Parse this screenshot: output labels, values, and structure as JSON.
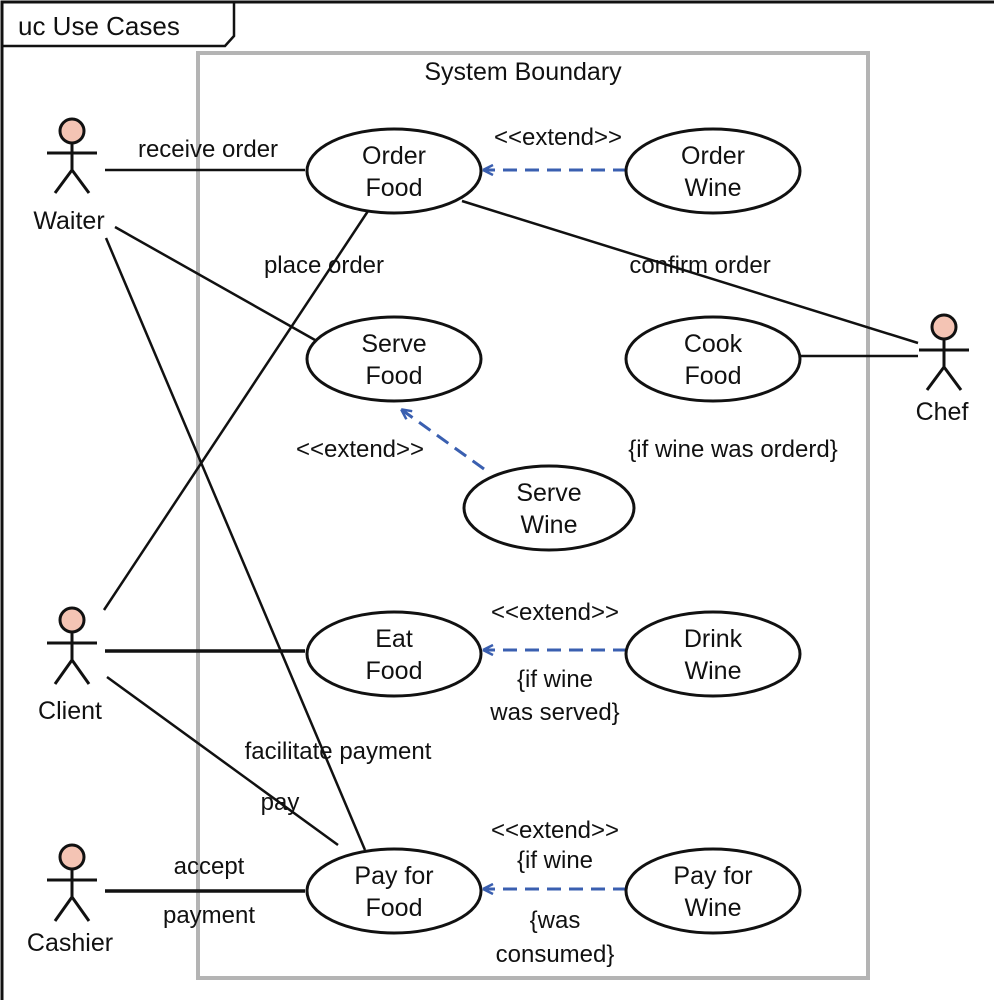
{
  "frame": {
    "title": "uc Use Cases"
  },
  "system": {
    "label": "System Boundary"
  },
  "actors": {
    "waiter": {
      "name": "Waiter"
    },
    "client": {
      "name": "Client"
    },
    "cashier": {
      "name": "Cashier"
    },
    "chef": {
      "name": "Chef"
    }
  },
  "use_cases": {
    "order_food": [
      "Order",
      "Food"
    ],
    "order_wine": [
      "Order",
      "Wine"
    ],
    "serve_food": [
      "Serve",
      "Food"
    ],
    "cook_food": [
      "Cook",
      "Food"
    ],
    "serve_wine": [
      "Serve",
      "Wine"
    ],
    "eat_food": [
      "Eat",
      "Food"
    ],
    "drink_wine": [
      "Drink",
      "Wine"
    ],
    "pay_food": [
      "Pay for",
      "Food"
    ],
    "pay_wine": [
      "Pay for",
      "Wine"
    ]
  },
  "labels": {
    "receive_order": "receive order",
    "place_order": "place order",
    "confirm_order": "confirm order",
    "facilitate_payment": "facilitate payment",
    "pay": "pay",
    "accept": "accept",
    "payment": "payment",
    "extend_order_wine": "<<extend>>",
    "extend_serve_wine": "<<extend>>",
    "cond_serve_wine": "{if wine was orderd}",
    "extend_drink_wine": "<<extend>>",
    "cond_drink_wine_1": "{if wine",
    "cond_drink_wine_2": "was served}",
    "extend_pay_wine": "<<extend>>",
    "cond_pay_wine_1": "{if wine",
    "cond_pay_wine_2": "{was",
    "cond_pay_wine_3": "consumed}"
  },
  "colors": {
    "line": "#111111",
    "boundary": "#b4b4b4",
    "extend": "#3a5fb0",
    "actor_head": "#f4c4b4"
  }
}
